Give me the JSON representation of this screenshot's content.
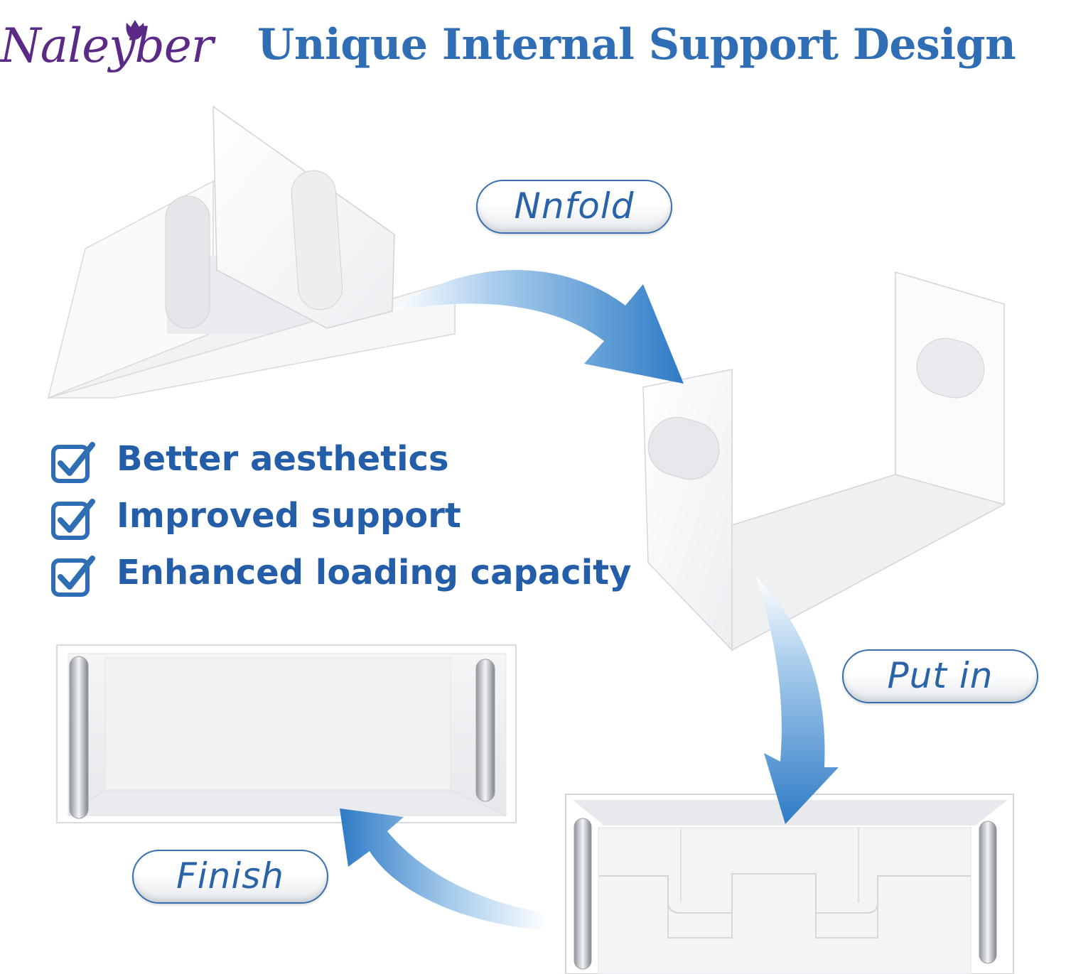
{
  "brand": {
    "logo_text": "Naleyber",
    "headline": "Unique Internal Support Design"
  },
  "steps": {
    "unfold_label": "Nnfold",
    "put_in_label": "Put in",
    "finish_label": "Finish"
  },
  "features": [
    {
      "label": "Better aesthetics"
    },
    {
      "label": "Improved support"
    },
    {
      "label": "Enhanced loading capacity"
    }
  ],
  "colors": {
    "headline_blue": "#2f6db4",
    "logo_purple": "#5b2a86",
    "arrow_blue": "#3b86cc",
    "pill_border": "#3a6fae"
  },
  "icons": [
    "tulip-logo-icon",
    "checkbox-check-icon",
    "curved-arrow-icon"
  ]
}
